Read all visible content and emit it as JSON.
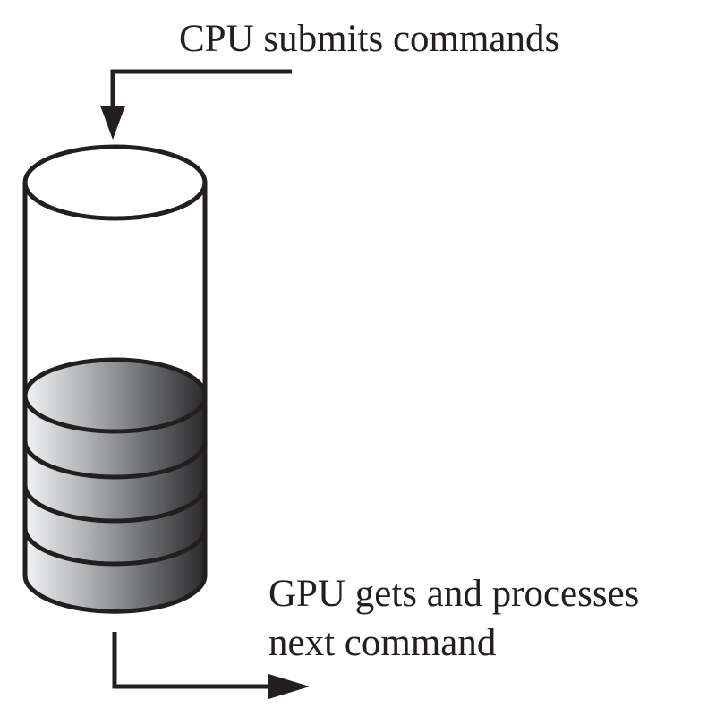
{
  "labels": {
    "cpu": "CPU submits commands",
    "gpu_line1": "GPU gets and processes",
    "gpu_line2": "next command"
  },
  "queue": {
    "filled_commands": 4
  },
  "colors": {
    "stroke": "#231f20",
    "fill_light": "#f2f3f4",
    "fill_dark": "#2a2a2c"
  }
}
